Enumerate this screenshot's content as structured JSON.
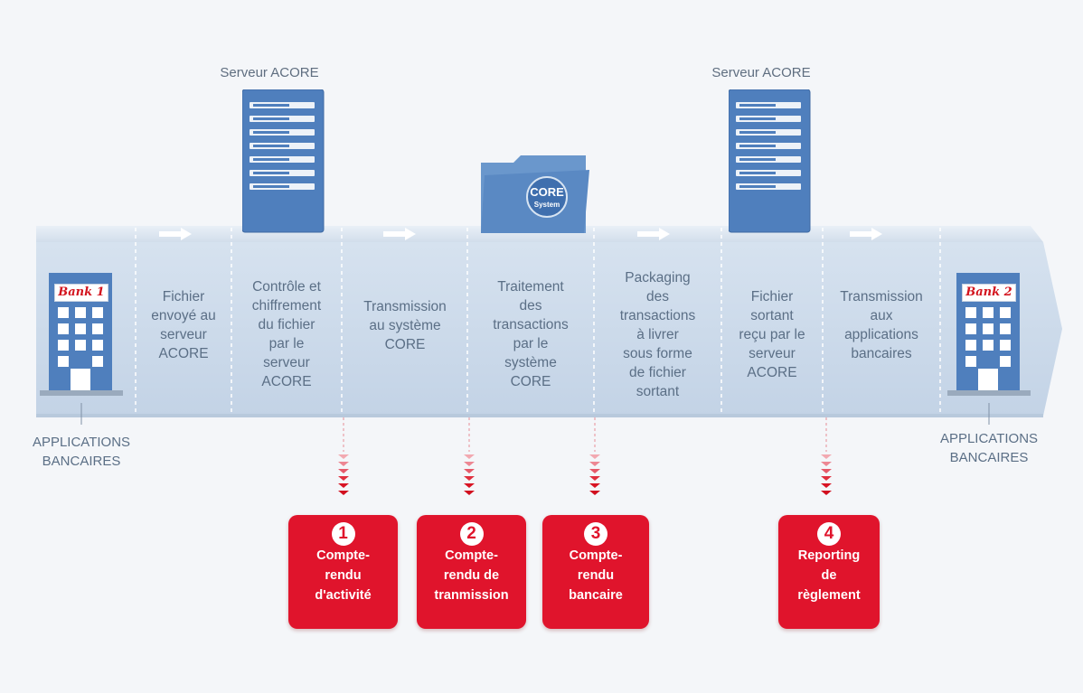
{
  "servers": [
    {
      "label": "Serveur ACORE"
    },
    {
      "label": "Serveur ACORE"
    }
  ],
  "core_folder": {
    "line1": "CORE",
    "line2": "System"
  },
  "banks": [
    {
      "sign": "Bank 1",
      "label": "APPLICATIONS\nBANCAIRES"
    },
    {
      "sign": "Bank 2",
      "label": "APPLICATIONS\nBANCAIRES"
    }
  ],
  "stages": [
    {
      "text": "Fichier\nenvoyé au\nserveur\nACORE"
    },
    {
      "text": "Contrôle et\nchiffrement\ndu fichier\npar le\nserveur\nACORE"
    },
    {
      "text": "Transmission\nau système\nCORE"
    },
    {
      "text": "Traitement\ndes\ntransactions\npar le\nsystème\nCORE"
    },
    {
      "text": "Packaging\ndes\ntransactions\nà livrer\nsous forme\nde fichier\nsortant"
    },
    {
      "text": "Fichier\nsortant\nreçu par le\nserveur\nACORE"
    },
    {
      "text": "Transmission\naux\napplications\nbancaires"
    }
  ],
  "reports": [
    {
      "number": "1",
      "text": "Compte-\nrendu\nd'activité"
    },
    {
      "number": "2",
      "text": "Compte-\nrendu de\ntranmission"
    },
    {
      "number": "3",
      "text": "Compte-\nrendu\nbancaire"
    },
    {
      "number": "4",
      "text": "Reporting\nde\nrèglement"
    }
  ],
  "colors": {
    "band": "#c6d6e7",
    "band_top": "#dde7f2",
    "server": "#4f7fbd",
    "report": "#e0142c",
    "text": "#5b6f86"
  },
  "icons": [
    "server-icon",
    "folder-icon",
    "bank-building-icon",
    "arrow-right-icon",
    "chevron-down-icon"
  ]
}
